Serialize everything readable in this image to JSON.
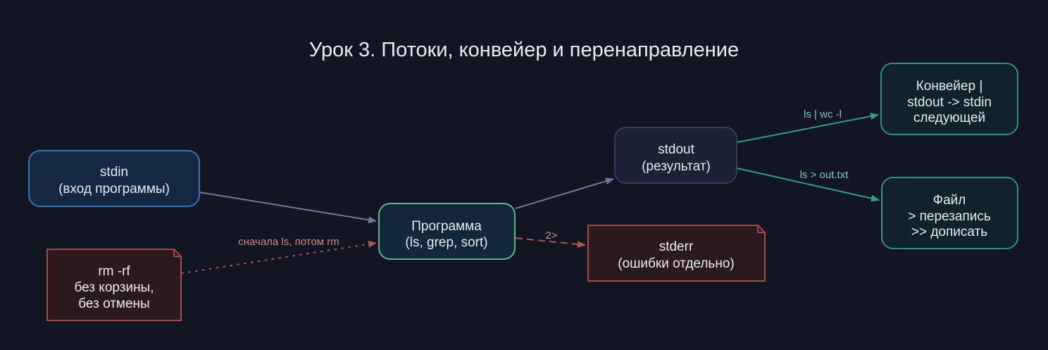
{
  "title": "Урок 3. Потоки, конвейер и перенаправление",
  "colors": {
    "background": "#111622",
    "edge_main": "#6b7a9c",
    "edge_pipe": "#2f9a96",
    "edge_error": "#b3504f",
    "node_text": "#e6ebf2",
    "edge_label_pipe": "#7ec8c3",
    "edge_label_error": "#d58885"
  },
  "nodes": {
    "stdin": {
      "lines": [
        "stdin",
        "(вход программы)"
      ]
    },
    "program": {
      "lines": [
        "Программа",
        "(ls, grep, sort)"
      ]
    },
    "stdout": {
      "lines": [
        "stdout",
        "(результат)"
      ]
    },
    "pipe": {
      "lines": [
        "Конвейер |",
        "stdout -> stdin",
        "следующей"
      ]
    },
    "file": {
      "lines": [
        "Файл",
        "> перезапись",
        ">> дописать"
      ]
    },
    "stderr": {
      "lines": [
        "stderr",
        "(ошибки отдельно)"
      ]
    },
    "rm": {
      "lines": [
        "rm -rf",
        "без корзины,",
        "без отмены"
      ]
    }
  },
  "edges": {
    "stdin_program": {
      "label": ""
    },
    "program_stdout": {
      "label": ""
    },
    "stdout_pipe": {
      "label": "ls | wc -l"
    },
    "stdout_file": {
      "label": "ls > out.txt"
    },
    "program_stderr": {
      "label": "2>"
    },
    "rm_program": {
      "label": "сначала ls, потом rm"
    }
  }
}
